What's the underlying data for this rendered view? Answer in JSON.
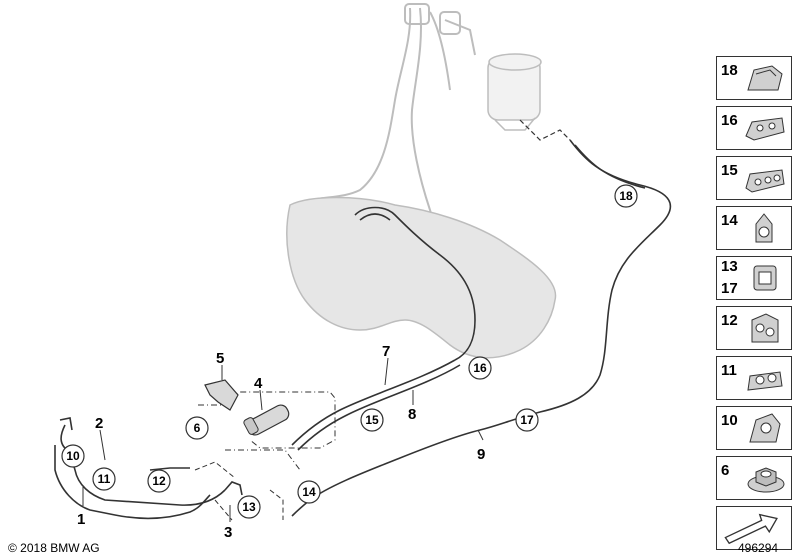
{
  "callouts": {
    "plain": [
      "1",
      "2",
      "3",
      "4",
      "5",
      "7",
      "8",
      "9"
    ],
    "circled": [
      "6",
      "10",
      "11",
      "12",
      "13",
      "14",
      "15",
      "16",
      "17",
      "18"
    ]
  },
  "legend": [
    {
      "label": "18",
      "label2": ""
    },
    {
      "label": "16",
      "label2": ""
    },
    {
      "label": "15",
      "label2": ""
    },
    {
      "label": "14",
      "label2": ""
    },
    {
      "label": "13",
      "label2": "17"
    },
    {
      "label": "12",
      "label2": ""
    },
    {
      "label": "11",
      "label2": ""
    },
    {
      "label": "10",
      "label2": ""
    },
    {
      "label": "6",
      "label2": ""
    }
  ],
  "footer": {
    "copyright": "© 2018 BMW AG",
    "diagram_id": "496294"
  },
  "colors": {
    "line": "#333333",
    "part_fill": "#d9d9d9",
    "tank_fill": "#e6e6e6",
    "ghost_line": "#bdbdbd"
  }
}
